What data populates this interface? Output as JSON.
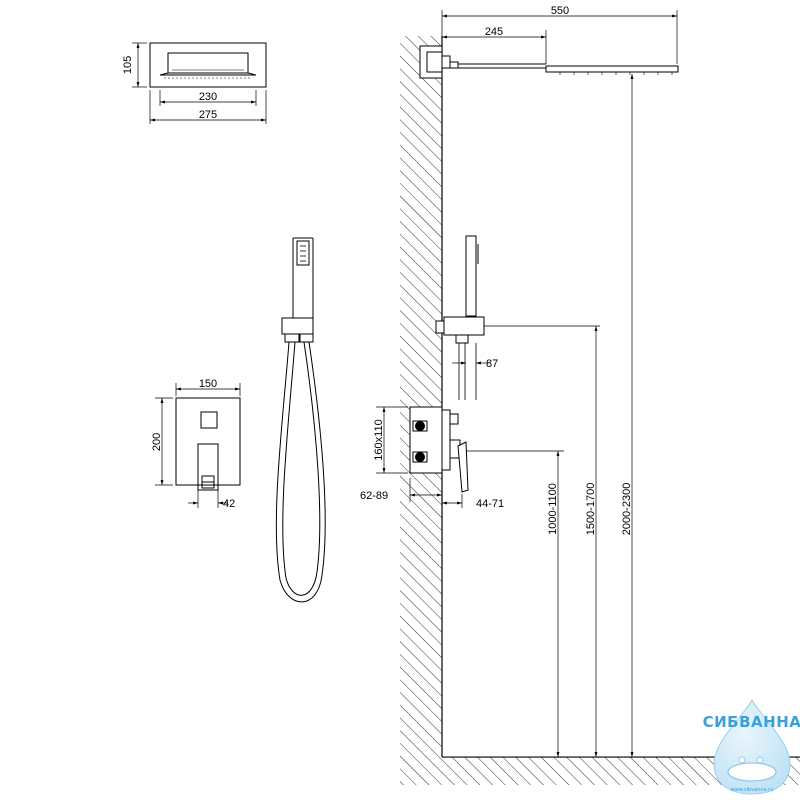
{
  "dimensions": {
    "showerhead_width_top": "550",
    "arm_length": "245",
    "head_depth": "105",
    "head_inner_width": "230",
    "head_outer_width": "275",
    "panel_width": "150",
    "panel_height": "200",
    "lever_offset": "42",
    "holder_offset": "87",
    "box_size": "160x110",
    "install_depth": "62-89",
    "lever_depth": "44-71",
    "mixer_height": "1000-1100",
    "holder_height": "1500-1700",
    "head_height": "2000-2300"
  },
  "watermark": {
    "brand": "СИБВАННА",
    "url": "www.sibvanna.ru"
  },
  "colors": {
    "line": "#000000",
    "logo": "#3aa0d8"
  }
}
